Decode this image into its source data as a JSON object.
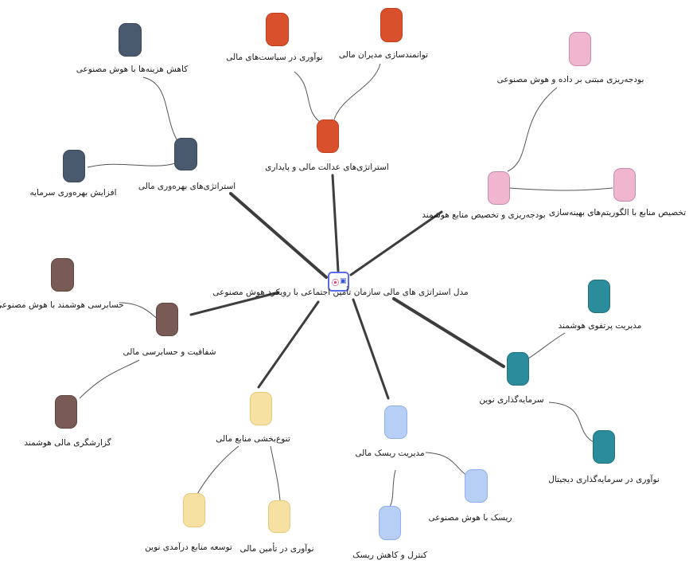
{
  "center": {
    "title": "مدل استراتژی های مالی سازمان تأمین اجتماعی با رویکرد هوش مصنوعی",
    "icon": "brain-chip-icon"
  },
  "colors": {
    "slate": "#4a5a6e",
    "orange": "#d9502c",
    "pink": "#f0b6cf",
    "teal": "#2b8d9b",
    "blue": "#b7cff5",
    "yellow": "#f7e1a2",
    "brown": "#7a5a55",
    "edge": "#3d3d3d",
    "thin": "#555555"
  },
  "branches": [
    {
      "label": "استراتژی‌های بهره‌وری مالی",
      "color": "slate",
      "children": [
        "کاهش هزینه‌ها با هوش مصنوعی",
        "افزایش بهره‌وری سرمایه"
      ]
    },
    {
      "label": "استراتژی‌های عدالت مالی و پایداری",
      "color": "orange",
      "children": [
        "نوآوری در سیاست‌های مالی",
        "توانمندسازی مدیران مالی"
      ]
    },
    {
      "label": "بودجه‌ریزی و تخصیص منابع هوشمند",
      "color": "pink",
      "children": [
        "بودجه‌ریزی مبتنی بر داده و هوش مصنوعی",
        "تخصیص منابع با الگوریتم‌های بهینه‌سازی"
      ]
    },
    {
      "label": "سرمایه‌گذاری نوین",
      "color": "teal",
      "children": [
        "مدیریت پرتفوی هوشمند",
        "نوآوری در سرمایه‌گذاری دیجیتال"
      ]
    },
    {
      "label": "مدیریت ریسک مالی",
      "color": "blue",
      "children": [
        "ریسک با هوش مصنوعی",
        "کنترل و کاهش ریسک"
      ]
    },
    {
      "label": "تنوع‌بخشی منابع مالی",
      "color": "yellow",
      "children": [
        "نوآوری در تأمین مالی",
        "توسعه منابع درآمدی نوین"
      ]
    },
    {
      "label": "شفافیت و حسابرسی مالی",
      "color": "brown",
      "children": [
        "حسابرسی هوشمند با هوش مصنوعی",
        "گزارشگری مالی هوشمند"
      ]
    }
  ]
}
